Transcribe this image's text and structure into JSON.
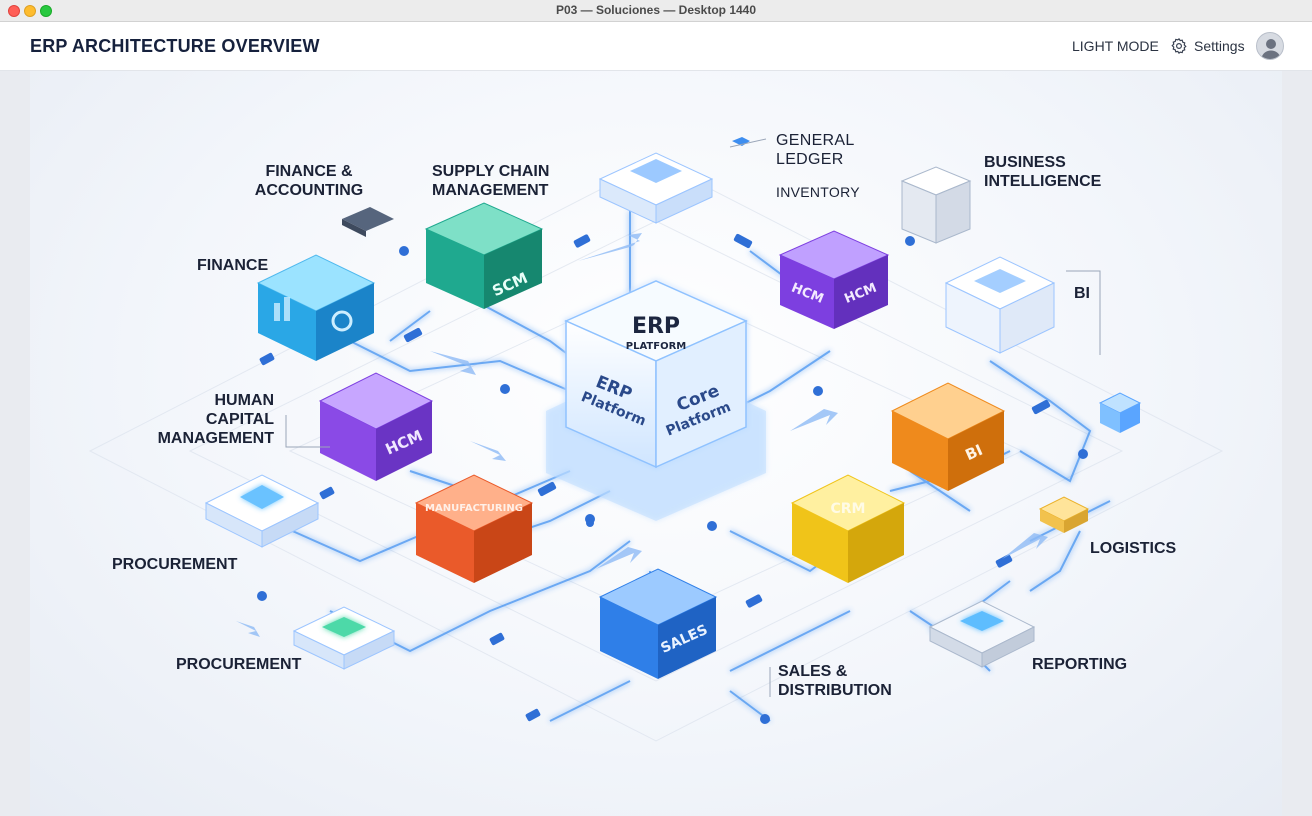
{
  "window": {
    "title": "P03 — Soluciones — Desktop 1440"
  },
  "header": {
    "title": "ERP ARCHITECTURE OVERVIEW",
    "light_mode_label": "LIGHT MODE",
    "settings_label": "Settings"
  },
  "diagram": {
    "labels": {
      "finance_accounting": [
        "FINANCE &",
        "ACCOUNTING"
      ],
      "supply_chain": [
        "SUPPLY CHAIN",
        "MANAGEMENT"
      ],
      "general_ledger": [
        "GENERAL",
        "LEDGER"
      ],
      "inventory": "INVENTORY",
      "business_intelligence": [
        "BUSINESS",
        "INTELLIGENCE"
      ],
      "finance": "FINANCE",
      "bi_right": "BI",
      "human_capital": [
        "HUMAN",
        "CAPITAL",
        "MANAGEMENT"
      ],
      "procurement_1": "PROCUREMENT",
      "procurement_2": "PROCUREMENT",
      "logistics": "LOGISTICS",
      "sales_distribution": [
        "SALES &",
        "DISTRIBUTION"
      ],
      "reporting": "REPORTING"
    },
    "cubes": {
      "erp_top": "ERP",
      "erp_sub": "PLATFORM",
      "erp_left": [
        "ERP",
        "Platform"
      ],
      "erp_right": [
        "Core",
        "Platform"
      ],
      "scm": "SCM",
      "hcm_top_a": "HCM",
      "hcm_top_b": "HCM",
      "hcm_left": "HCM",
      "bi_orange": "BI",
      "manufacturing": "MANUFACTURING",
      "crm": "CRM",
      "sales": "SALES"
    }
  },
  "colors": {
    "finance": "#2aa7e6",
    "scm": "#1fa98f",
    "hcm": "#7d3fe0",
    "bi": "#ef8a1c",
    "manufacturing": "#ea5a2a",
    "crm": "#f0c419",
    "sales": "#2f7fe8",
    "erp": "#d9ecff",
    "connector": "#3d8ef0"
  }
}
